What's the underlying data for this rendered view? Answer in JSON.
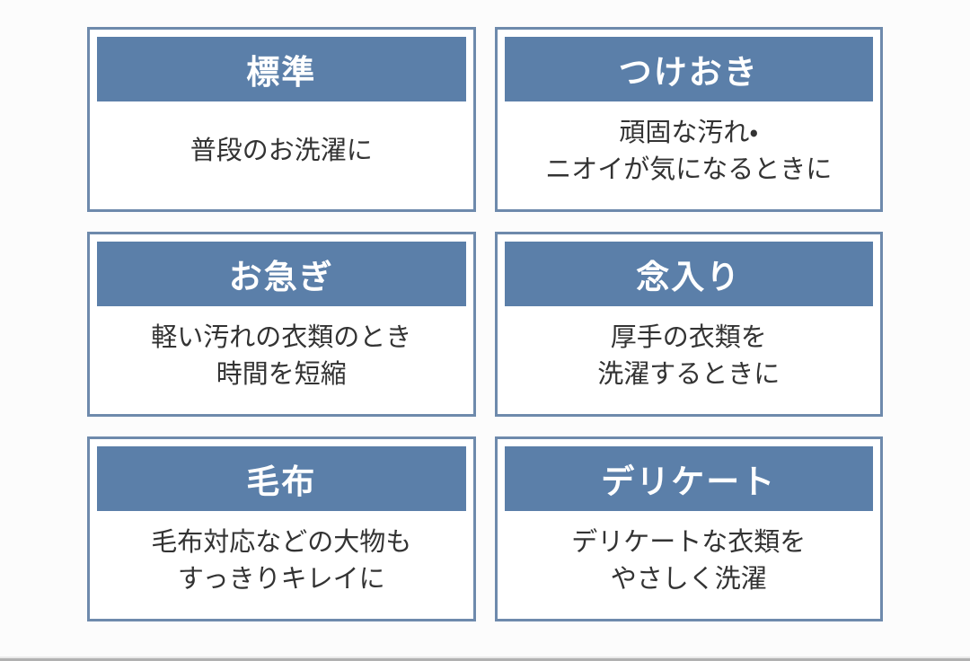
{
  "theme": {
    "page_bg": "#fcfcfc",
    "card_border": "#6e8aac",
    "header_bg": "#5b7fa9",
    "header_text_color": "#ffffff",
    "body_text_color": "#333333",
    "bottom_bar_color": "#b1b1b1",
    "bottom_bar_highlight": "#e9e9e9"
  },
  "cards": [
    {
      "id": "standard",
      "title": "標準",
      "lines": [
        "普段のお洗濯に"
      ]
    },
    {
      "id": "soak",
      "title": "つけおき",
      "lines": [
        "頑固な汚れ・",
        "ニオイが気になるときに"
      ]
    },
    {
      "id": "quick",
      "title": "お急ぎ",
      "lines": [
        "軽い汚れの衣類のとき",
        "時間を短縮"
      ]
    },
    {
      "id": "thorough",
      "title": "念入り",
      "lines": [
        "厚手の衣類を",
        "洗濯するときに"
      ]
    },
    {
      "id": "blanket",
      "title": "毛布",
      "lines": [
        "毛布対応などの大物も",
        "すっきりキレイに"
      ]
    },
    {
      "id": "delicate",
      "title": "デリケート",
      "lines": [
        "デリケートな衣類を",
        "やさしく洗濯"
      ]
    }
  ]
}
